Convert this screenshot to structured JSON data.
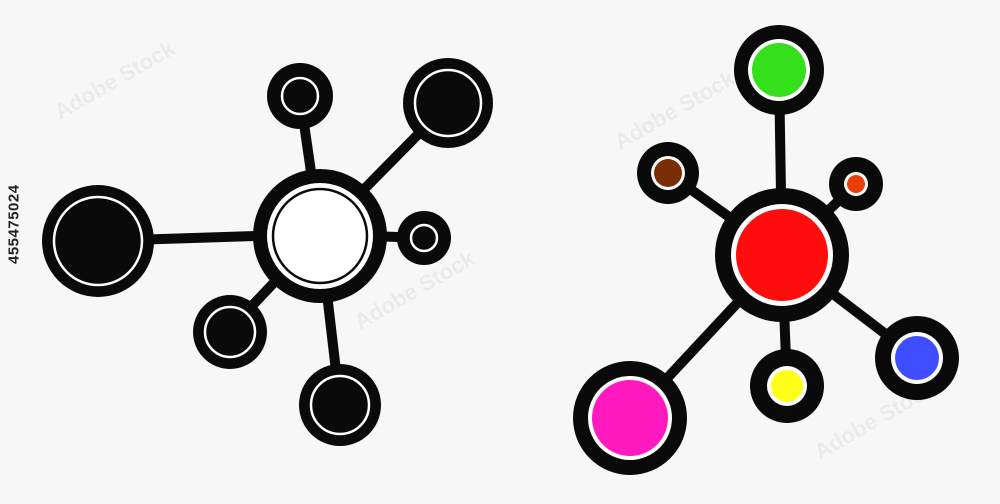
{
  "stock_id": "455475024",
  "watermark_text": "Adobe Stock",
  "colors": {
    "background": "#f7f7f7",
    "ink": "#0a0a0a",
    "ring": "#ffffff",
    "center_left": "#ffffff",
    "center_right": "#ff0d0d",
    "top": "#33e01a",
    "brown": "#7a2e08",
    "orange": "#e6400d",
    "magenta": "#ff19bf",
    "yellow": "#ffff1a",
    "blue": "#3d4dff"
  },
  "icons": [
    {
      "name": "network-icon-monochrome",
      "style": "monochrome"
    },
    {
      "name": "network-icon-colored",
      "style": "colored"
    }
  ]
}
